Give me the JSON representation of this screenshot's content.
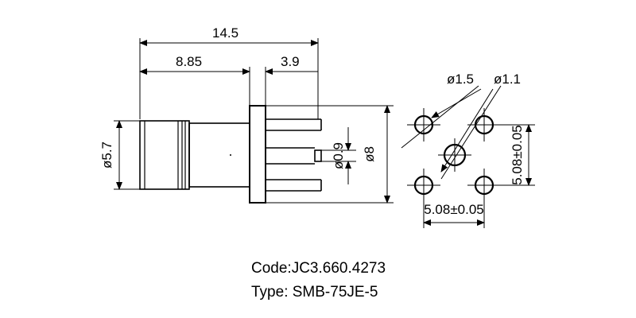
{
  "side_view": {
    "overall_length": "14.5",
    "body_length": "8.85",
    "pin_length": "3.9",
    "body_diameter": "ø5.7",
    "center_pin_diameter": "ø0.9",
    "flange_size": "ø8"
  },
  "footprint": {
    "center_hole_diameter": "ø1.5",
    "corner_hole_diameter": "ø1.1",
    "vertical_spacing": "5.08±0.05",
    "horizontal_spacing": "5.08±0.05"
  },
  "caption": {
    "code": "Code:JC3.660.4273",
    "type": "Type: SMB-75JE-5"
  }
}
